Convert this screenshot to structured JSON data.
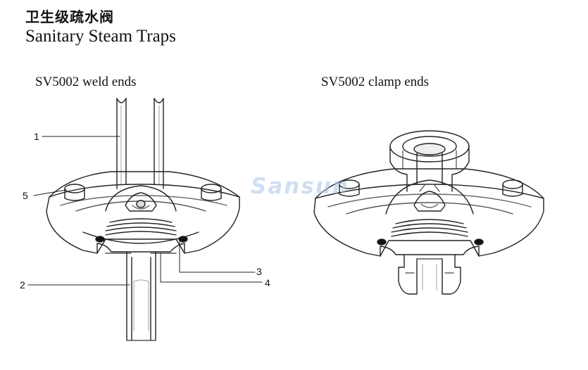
{
  "header": {
    "title_cn": "卫生级疏水阀",
    "title_en": "Sanitary Steam Traps"
  },
  "figures": [
    {
      "caption": "SV5002 weld ends",
      "callouts": [
        "1",
        "5",
        "2",
        "3",
        "4"
      ]
    },
    {
      "caption": "SV5002 clamp ends"
    }
  ],
  "watermark": "Sansun"
}
